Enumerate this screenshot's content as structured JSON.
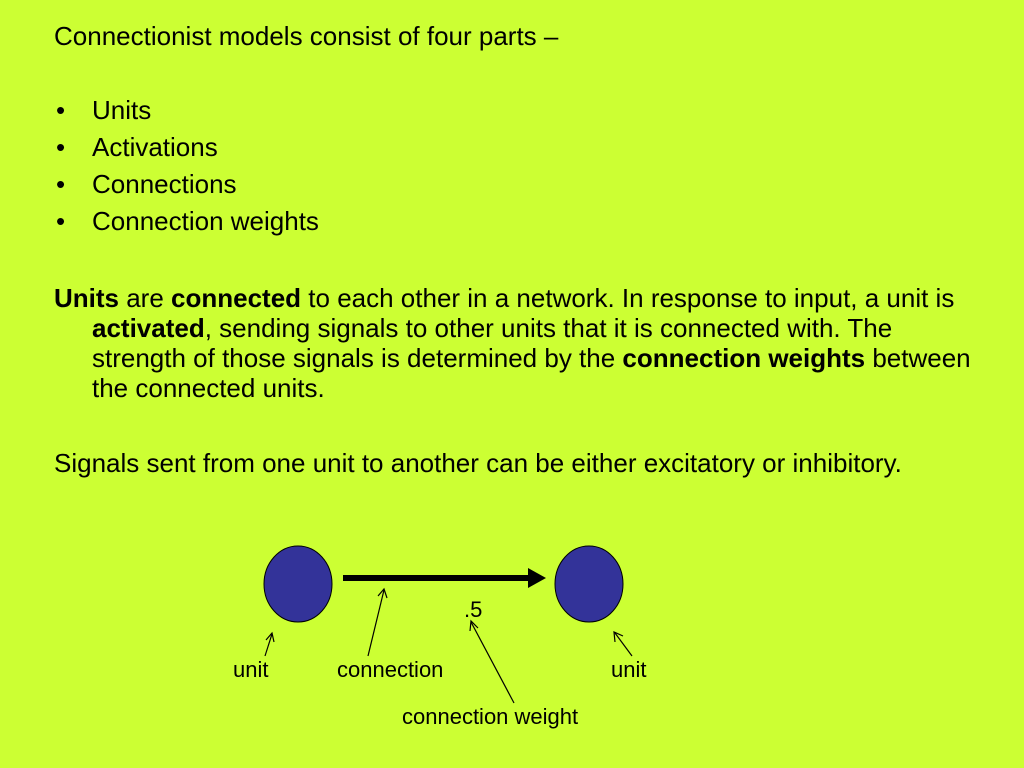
{
  "intro": "Connectionist models consist of four parts –",
  "bullet_char": "•",
  "bullets": [
    "Units",
    "Activations",
    "Connections",
    "Connection weights"
  ],
  "para1": {
    "units": "Units",
    "t1": " are ",
    "connected": "connected",
    "t2": " to each other in a network. In response to input, a unit is ",
    "activated": "activated",
    "t3": ", sending signals to other units that it is connected with. The strength of those signals is determined by the ",
    "weights": "connection weights",
    "t4": " between the connected units."
  },
  "para2": "Signals sent from one unit to another can be either excitatory or inhibitory.",
  "diagram": {
    "weight_value": ".5",
    "label_unit_left": "unit",
    "label_connection": "connection",
    "label_unit_right": "unit",
    "label_connection_weight": "connection weight",
    "colors": {
      "unit_fill": "#333399",
      "background": "#ccff33"
    }
  }
}
